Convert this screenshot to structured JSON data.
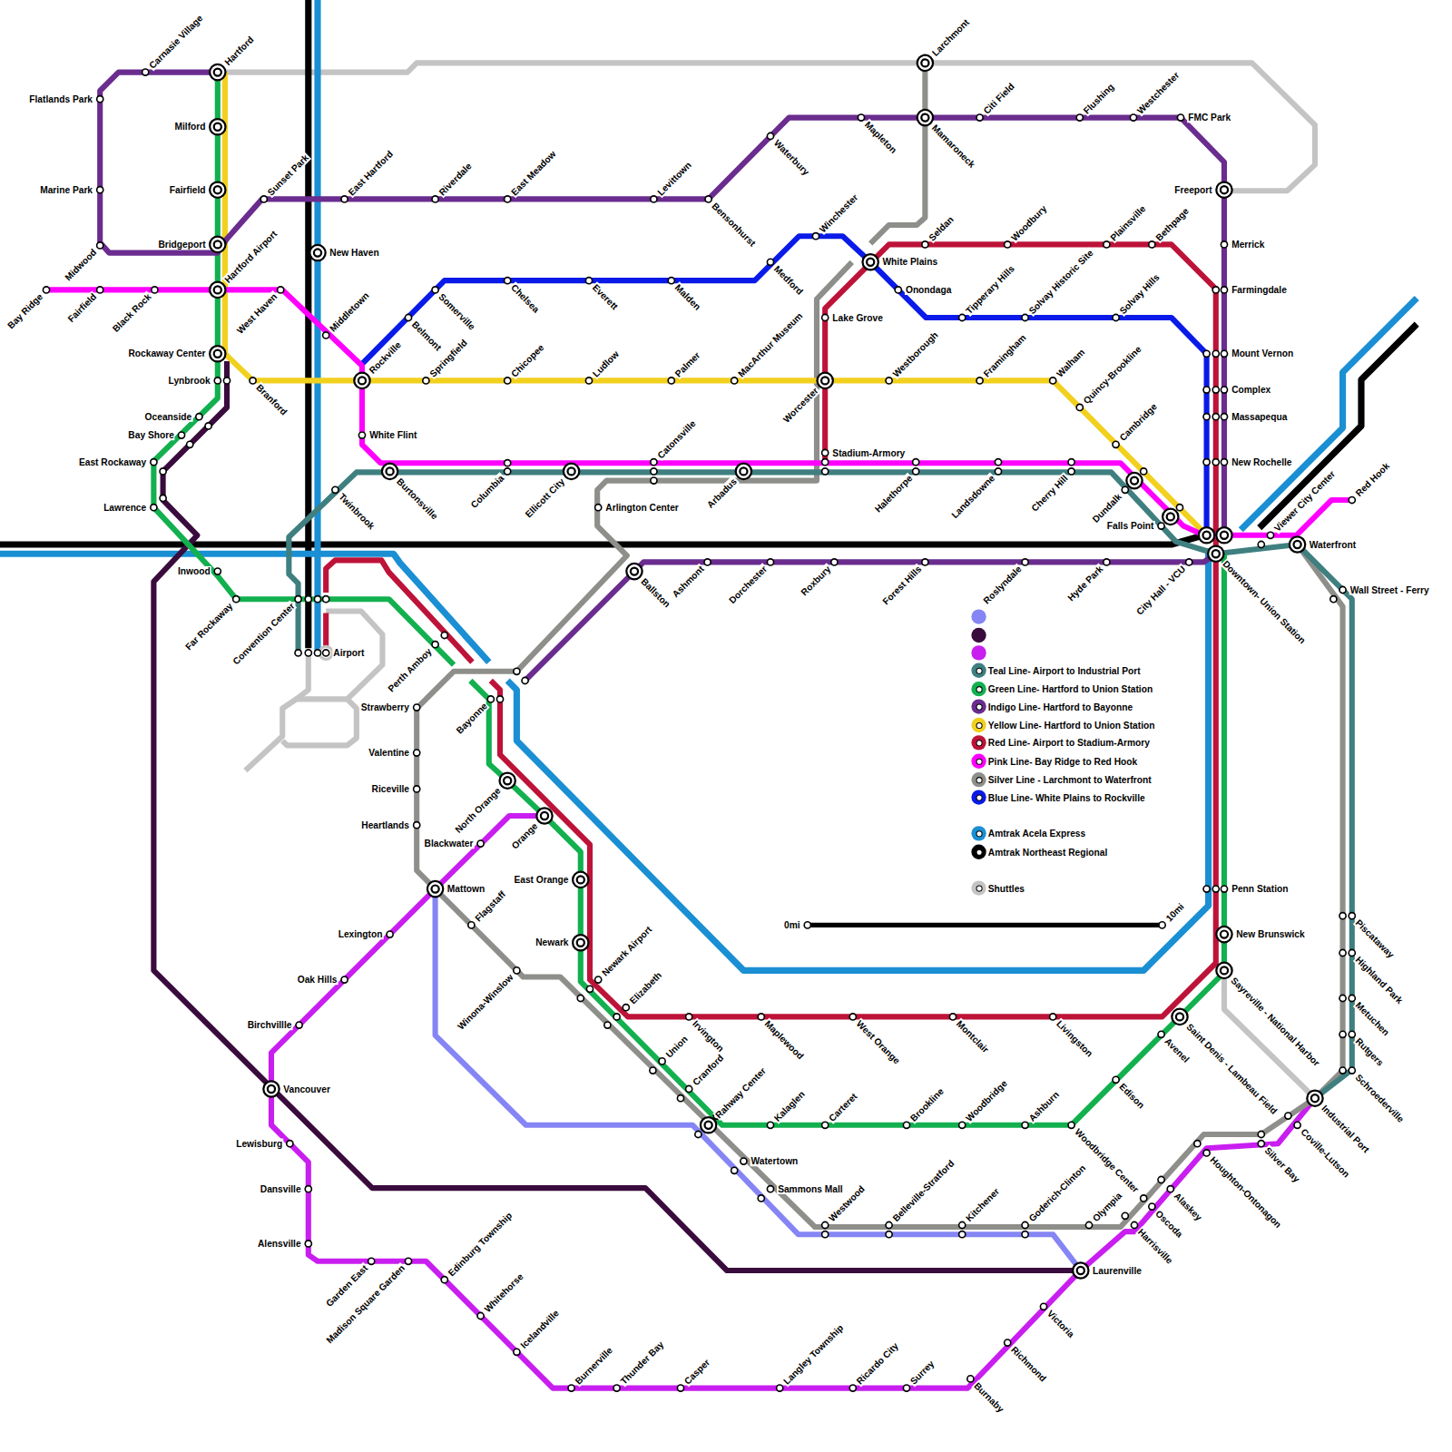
{
  "diagram": {
    "labels": [
      "Carnasie Village",
      "Hartford",
      "Flatlands Park",
      "Milford",
      "Marine Park",
      "Fairfield",
      "Midwood",
      "Bridgeport",
      "Sunset Park",
      "East Hartford",
      "New Haven",
      "Riverdale",
      "East Meadow",
      "Levittown",
      "Bensonhurst",
      "Waterbury",
      "Mapleton",
      "Larchmont",
      "Mamaroneck",
      "Citi Field",
      "Flushing",
      "Westchester",
      "FMC Park",
      "Freeport",
      "Merrick",
      "Farmingdale",
      "Mount Vernon",
      "Complex",
      "Massapequa",
      "New Rochelle",
      "Bay Ridge",
      "Fairfield",
      "Black Rock",
      "Hartford Airport",
      "West Haven",
      "Middletown",
      "Rockaway Center",
      "Lynbrook",
      "Branford",
      "Rockville",
      "Belmont",
      "Somerville",
      "Chelsea",
      "Everett",
      "Malden",
      "Medford",
      "Winchester",
      "Springfield",
      "Chicopee",
      "Ludlow",
      "Palmer",
      "MacArthur Museum",
      "White Plains",
      "Seldan",
      "Woodbury",
      "Plainsville",
      "Bethpage",
      "Onondaga",
      "Tipperary Hills",
      "Solvay Historic Site",
      "Solvay Hills",
      "Lake Grove",
      "Worcester",
      "Westborough",
      "Framingham",
      "Walham",
      "Quincy-Brookline",
      "Cambridge",
      "Oceanside",
      "Bay Shore",
      "East Rockaway",
      "Lawrence",
      "White Flint",
      "Twinbrook",
      "Burtonsville",
      "Columbia",
      "Ellicott City",
      "Catonsville",
      "Arlington Center",
      "Arbadus",
      "Stadium-Armory",
      "Halethorpe",
      "Landsdowne",
      "Cherry Hill",
      "Dundalk",
      "Falls Point",
      "Downtown- Union Station",
      "City Hall - VCU",
      "Viewer City Center",
      "Red Hook",
      "Waterfront",
      "Wall Street - Ferry",
      "Inwood",
      "Far Rockaway",
      "Convention Center",
      "Airport",
      "Perth Amboy",
      "Ballston",
      "Ashmont",
      "Dorchester",
      "Roxbury",
      "Forest Hills",
      "Roslyndale",
      "Hyde Park",
      "Strawberry",
      "Bayonne",
      "Valentine",
      "Riceville",
      "Heartlands",
      "North Orange",
      "Orange",
      "Blackwater",
      "East Orange",
      "Mattown",
      "Flagstaff",
      "Lexington",
      "Newark",
      "Newark Airport",
      "Elizabeth",
      "Winona-Winslow",
      "Oak Hills",
      "Irvington",
      "Maplewood",
      "West Orange",
      "Montclair",
      "Livingston",
      "Union",
      "Cranford",
      "Rahway Center",
      "Birchvillle",
      "Vancouver",
      "Kalaglen",
      "Carteret",
      "Brookline",
      "Woodbridge",
      "Ashburn",
      "Woodbridge Center",
      "Edison",
      "Avenel",
      "Saint Denis - Lambeau Field",
      "Sayreville - National Harbor",
      "New Brunswick",
      "Penn Station",
      "Piscataway",
      "Highland Park",
      "Metuchen",
      "Rutgers",
      "Schroederville",
      "Industrial Port",
      "Coville-Lutson",
      "Silver Bay",
      "Houghton-Ontonagon",
      "Watertown",
      "Sammons Mall",
      "Westwood",
      "Belleville-Stratford",
      "Kitchener",
      "Goderich-Clinton",
      "Olympia",
      "Alaskey",
      "Oscoda",
      "Harrisville",
      "Laurenville",
      "Lewisburg",
      "Dansville",
      "Alensville",
      "Garden East",
      "Madison Square Garden",
      "Edinburg Township",
      "Whitehorse",
      "Icelandville",
      "Burnerville",
      "Thunder Bay",
      "Casper",
      "Langley Township",
      "Ricardo City",
      "Surrey",
      "Burnaby",
      "Richmond",
      "Victoria",
      "0mi",
      "10mi"
    ],
    "legend": [
      {
        "text": "Teal Line- Airport to Industrial Port",
        "color": "#3f7f80"
      },
      {
        "text": "Green Line- Hartford to Union Station",
        "color": "#12b04f"
      },
      {
        "text": "Indigo Line- Hartford to Bayonne",
        "color": "#6a2c8e"
      },
      {
        "text": "Yellow Line- Hartford to Union Station",
        "color": "#f2d01e"
      },
      {
        "text": "Red Line- Airport to Stadium-Armory",
        "color": "#bd1339"
      },
      {
        "text": "Pink Line- Bay Ridge to Red Hook",
        "color": "#ff00ff"
      },
      {
        "text": "Silver Line - Larchmont to Waterfront",
        "color": "#8e8e8a"
      },
      {
        "text": "Blue Line- White Plains to Rockville",
        "color": "#0a1ae8"
      },
      {
        "text": "Amtrak Acela Express",
        "color": "#1a8fd3"
      },
      {
        "text": "Amtrak Northeast Regional",
        "color": "#000000"
      },
      {
        "text": "Shuttles",
        "color": "#c4c4c4"
      }
    ]
  }
}
